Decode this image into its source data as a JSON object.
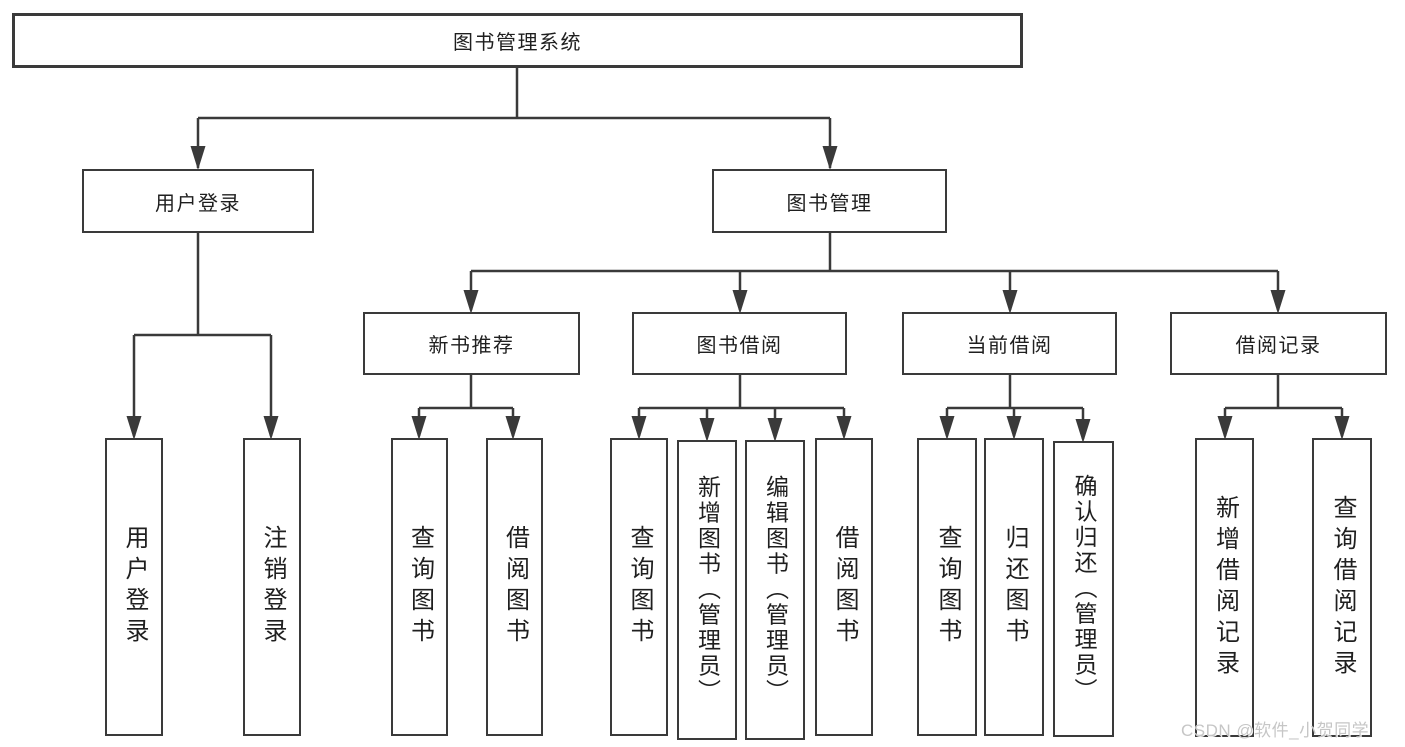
{
  "title": "图书管理系统",
  "tree": {
    "label": "图书管理系统",
    "children": [
      {
        "label": "用户登录",
        "children": [
          {
            "label": "用户登录"
          },
          {
            "label": "注销登录"
          }
        ]
      },
      {
        "label": "图书管理",
        "children": [
          {
            "label": "新书推荐",
            "children": [
              {
                "label": "查询图书"
              },
              {
                "label": "借阅图书"
              }
            ]
          },
          {
            "label": "图书借阅",
            "children": [
              {
                "label": "查询图书"
              },
              {
                "label": "新增图书（管理员）"
              },
              {
                "label": "编辑图书（管理员）"
              },
              {
                "label": "借阅图书"
              }
            ]
          },
          {
            "label": "当前借阅",
            "children": [
              {
                "label": "查询图书"
              },
              {
                "label": "归还图书"
              },
              {
                "label": "确认归还（管理员）"
              }
            ]
          },
          {
            "label": "借阅记录",
            "children": [
              {
                "label": "新增借阅记录"
              },
              {
                "label": "查询借阅记录"
              }
            ]
          }
        ]
      }
    ]
  },
  "watermark": {
    "text": "CSDN @软件_小贺同学"
  },
  "colors": {
    "line": "#3a3a3a",
    "box_border": "#3a3a3a",
    "text": "#1f1f1f",
    "watermark": "#c6c6c6",
    "background": "#ffffff"
  }
}
